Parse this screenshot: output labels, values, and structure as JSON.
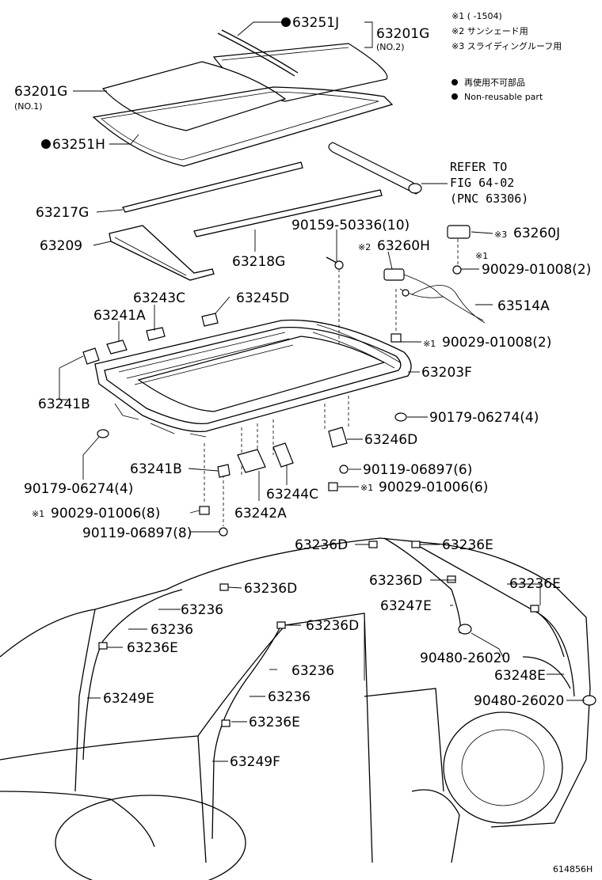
{
  "notes": {
    "n1": "※1 (       -1504)",
    "n2": "※2 サンシェード用",
    "n3": "※3 スライディングルーフ用",
    "legend_jp": "再使用不可部品",
    "legend_en": "Non-reusable part"
  },
  "refer": {
    "line1": "REFER TO",
    "line2": "FIG 64-02",
    "line3": "(PNC 63306)"
  },
  "parts": {
    "p63251J": "63251J",
    "p63201G_no2": "63201G",
    "p63201G_no2_sub": "(NO.2)",
    "p63201G_no1": "63201G",
    "p63201G_no1_sub": "(NO.1)",
    "p63251H": "63251H",
    "p63217G": "63217G",
    "p63209": "63209",
    "p63218G": "63218G",
    "p90159": "90159-50336(10)",
    "p63260H": "63260H",
    "p63260H_mark": "※2",
    "p63260J": "63260J",
    "p63260J_mark": "※3",
    "p90029_2a_mark": "※1",
    "p90029_2a": "90029-01008(2)",
    "p63514A": "63514A",
    "p63243C": "63243C",
    "p63245D": "63245D",
    "p63241A": "63241A",
    "p90029_2b_mark": "※1",
    "p90029_2b": "90029-01008(2)",
    "p63203F": "63203F",
    "p63241B_a": "63241B",
    "p90179_4a": "90179-06274(4)",
    "p63246D": "63246D",
    "p90179_4b": "90179-06274(4)",
    "p63241B_b": "63241B",
    "p90119_6": "90119-06897(6)",
    "p90029_6_mark": "※1",
    "p90029_6": "90029-01006(6)",
    "p63244C": "63244C",
    "p90029_8_mark": "※1",
    "p90029_8": "90029-01006(8)",
    "p63242A": "63242A",
    "p90119_8": "90119-06897(8)",
    "p63236D_a": "63236D",
    "p63236E_a": "63236E",
    "p63236D_b": "63236D",
    "p63236D_c": "63236D",
    "p63236E_b": "63236E",
    "p63236_a": "63236",
    "p63247E": "63247E",
    "p63236_b": "63236",
    "p63236D_d": "63236D",
    "p63236E_c": "63236E",
    "p90480_a": "90480-26020",
    "p63236_c": "63236",
    "p63248E": "63248E",
    "p63249E": "63249E",
    "p63236_d": "63236",
    "p90480_b": "90480-26020",
    "p63236E_d": "63236E",
    "p63249F": "63249F"
  },
  "figure_id": "614856H"
}
